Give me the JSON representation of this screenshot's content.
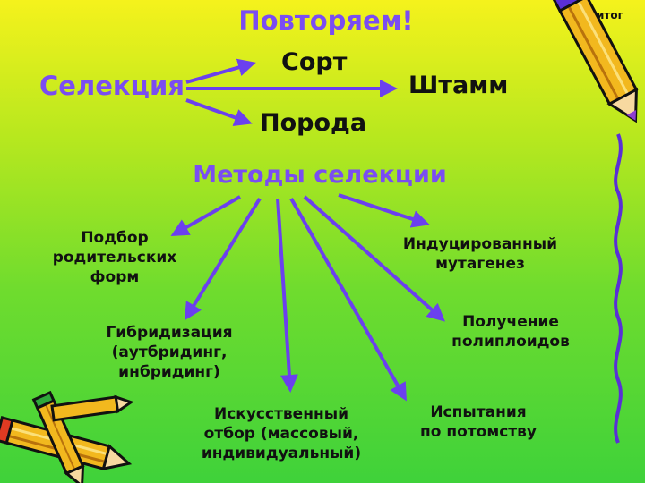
{
  "heading": "Повторяем!",
  "corner_label": "итог",
  "root": "Селекция",
  "outcomes": {
    "variety": "Сорт",
    "breed": "Порода",
    "strain": "Штамм"
  },
  "methods_title": "Методы селекции",
  "methods": [
    "Подбор\nродительских\nформ",
    "Гибридизация\n(аутбридинг,\nинбридинг)",
    "Искусственный\nотбор (массовый,\nиндивидуальный)",
    "Испытания\nпо потомству",
    "Получение\nполиплоидов",
    "Индуцированный\nмутагенез"
  ],
  "colors": {
    "accent": "#7a4df2",
    "arrow": "#6b40ee",
    "background_top": "#f5f21c",
    "background_bottom": "#3fd23a",
    "pencil_body": "#f2b81e",
    "pencil_tip": "#8e3fd0"
  },
  "icons": [
    "pencil-icon",
    "crossed-pencils-icon",
    "wavy-line-decoration"
  ]
}
